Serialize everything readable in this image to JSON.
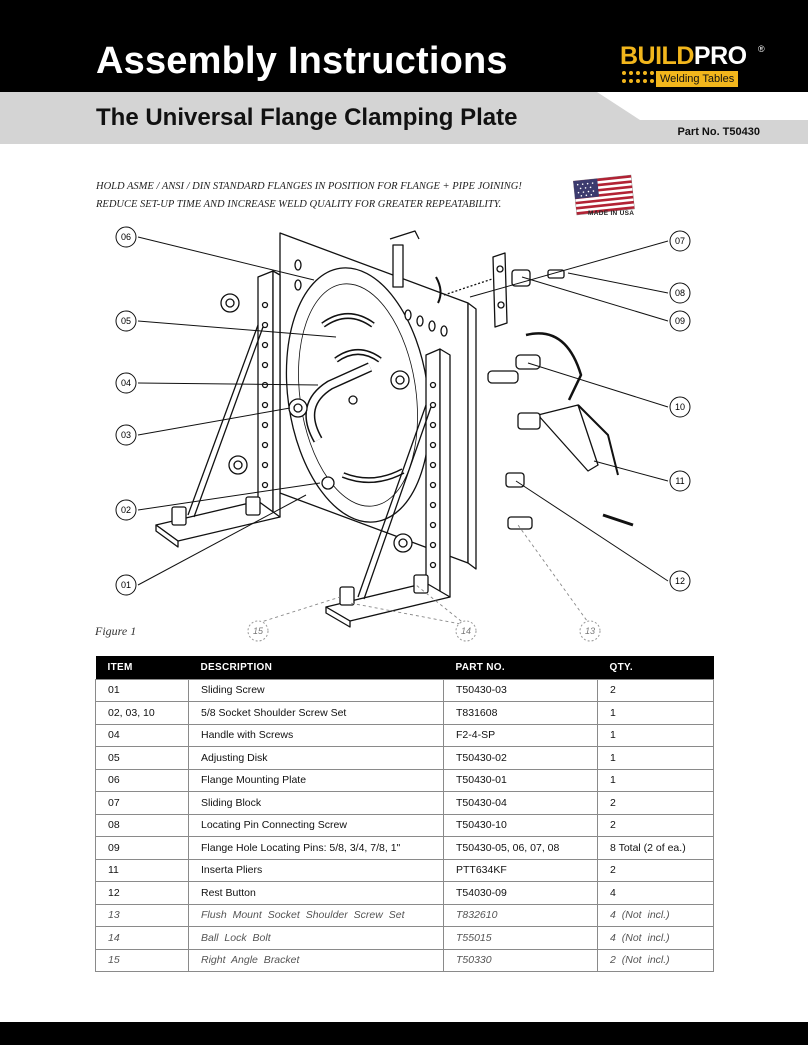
{
  "header": {
    "title": "Assembly Instructions",
    "subtitle": "The Universal Flange Clamping Plate",
    "part_no": "Part No. T50430"
  },
  "logo": {
    "build": "BUILD",
    "pro": "PRO",
    "registered": "®",
    "tagline": "Welding Tables"
  },
  "intro": {
    "line1": "HOLD ASME / ANSI / DIN STANDARD FLANGES IN POSITION FOR FLANGE + PIPE JOINING!",
    "line2": "REDUCE SET-UP TIME AND INCREASE WELD QUALITY FOR GREATER REPEATABILITY."
  },
  "flag_caption": "MADE IN USA",
  "figure": {
    "caption": "Figure 1",
    "callouts": [
      "06",
      "05",
      "04",
      "03",
      "02",
      "01",
      "07",
      "08",
      "09",
      "10",
      "11",
      "12",
      "15",
      "14",
      "13"
    ]
  },
  "table": {
    "headers": [
      "ITEM",
      "DESCRIPTION",
      "PART NO.",
      "QTY."
    ],
    "rows": [
      [
        "01",
        "Sliding Screw",
        "T50430-03",
        "2"
      ],
      [
        "02, 03, 10",
        "5/8 Socket Shoulder Screw Set",
        "T831608",
        "1"
      ],
      [
        "04",
        "Handle with Screws",
        "F2-4-SP",
        "1"
      ],
      [
        "05",
        "Adjusting Disk",
        "T50430-02",
        "1"
      ],
      [
        "06",
        "Flange Mounting Plate",
        "T50430-01",
        "1"
      ],
      [
        "07",
        "Sliding Block",
        "T50430-04",
        "2"
      ],
      [
        "08",
        "Locating Pin Connecting Screw",
        "T50430-10",
        "2"
      ],
      [
        "09",
        "Flange Hole Locating Pins: 5/8, 3/4, 7/8, 1\"",
        "T50430-05, 06, 07, 08",
        "8 Total (2 of ea.)"
      ],
      [
        "11",
        "Inserta Pliers",
        "PTT634KF",
        "2"
      ],
      [
        "12",
        "Rest Button",
        "T54030-09",
        "4"
      ]
    ],
    "optional_rows": [
      [
        "13",
        "Flush Mount Socket Shoulder Screw Set",
        "T832610",
        "4 (Not incl.)"
      ],
      [
        "14",
        "Ball Lock Bolt",
        "T55015",
        "4 (Not incl.)"
      ],
      [
        "15",
        "Right Angle Bracket",
        "T50330",
        "2 (Not incl.)"
      ]
    ]
  },
  "colors": {
    "header_black": "#000000",
    "header_grey": "#d4d4d4",
    "brand_yellow": "#f2b61c",
    "flag_red": "#b22234",
    "flag_blue": "#3c3b6e"
  }
}
